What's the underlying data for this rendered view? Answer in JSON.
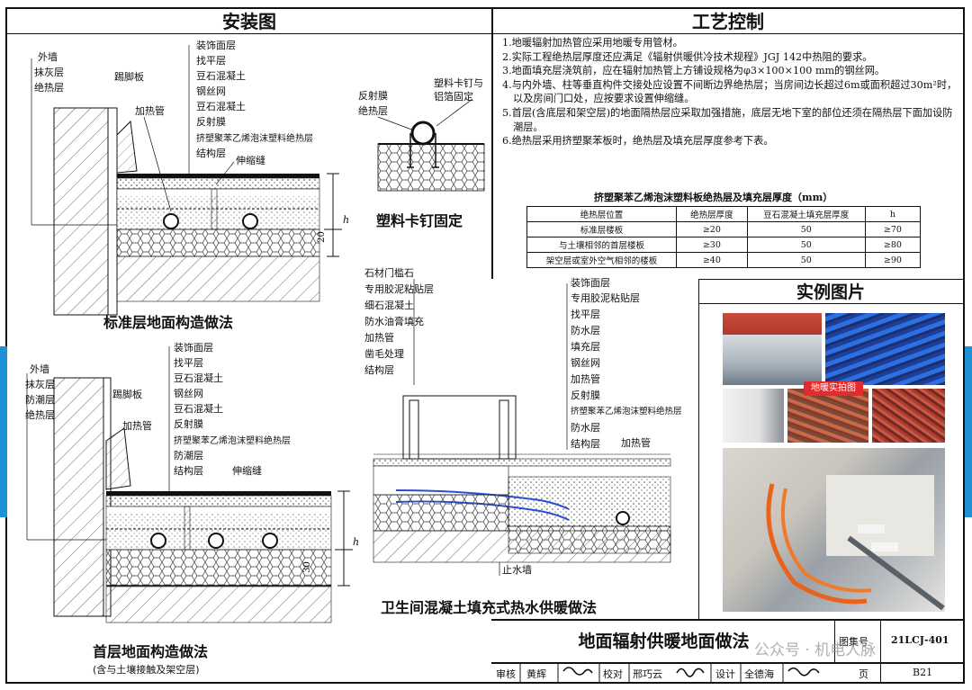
{
  "sections": {
    "install_title": "安装图",
    "process_title": "工艺控制",
    "photo_title": "实例图片"
  },
  "process_notes": [
    "1.地暖辐射加热管应采用地暖专用管材。",
    "2.实际工程绝热层厚度还应满足《辐射供暖供冷技术规程》JGJ 142中热阻的要求。",
    "3.地面填充层浇筑前，应在辐射加热管上方铺设规格为φ3×100×100 mm的钢丝网。",
    "4.与内外墙、柱等垂直构件交接处应设置不间断边界绝热层；当房间边长超过6m或面积超过30m²时，以及房间门口处，应按要求设置伸缩缝。",
    "5.首层(含底层和架空层)的地面隔热层应采取加强措施，底层无地下室的部位还须在隔热层下面加设防潮层。",
    "6.绝热层采用挤塑聚苯板时，绝热层及填充层厚度参考下表。"
  ],
  "table": {
    "title": "挤塑聚苯乙烯泡沫塑料板绝热层及填充层厚度（mm）",
    "headers": [
      "绝热层位置",
      "绝热层厚度",
      "豆石混凝土填充层厚度",
      "h"
    ],
    "rows": [
      [
        "标准层楼板",
        "≥20",
        "50",
        "≥70"
      ],
      [
        "与土壤相邻的首层楼板",
        "≥30",
        "50",
        "≥80"
      ],
      [
        "架空层或室外空气相邻的楼板",
        "≥40",
        "50",
        "≥90"
      ]
    ]
  },
  "drawings": {
    "standard": {
      "caption": "标准层地面构造做法",
      "left_labels": [
        "外墙",
        "抹灰层",
        "绝热层"
      ],
      "skirting": "踢脚板",
      "pipe": "加热管",
      "layers": [
        "装饰面层",
        "找平层",
        "豆石混凝土",
        "钢丝网",
        "豆石混凝土",
        "反射膜",
        "挤塑聚苯乙烯泡沫塑料绝热层",
        "结构层"
      ],
      "joint": "伸缩缝",
      "dim": "20",
      "h": "h"
    },
    "clip": {
      "caption": "塑料卡钉固定",
      "labels": [
        "反射膜",
        "绝热层"
      ],
      "clip_label": "塑料卡钉与铝箔固定"
    },
    "ground": {
      "caption": "首层地面构造做法",
      "sub": "(含与土壤接触及架空层)",
      "left_labels": [
        "外墙",
        "抹灰层",
        "防潮层",
        "绝热层"
      ],
      "skirting": "踢脚板",
      "pipe": "加热管",
      "layers": [
        "装饰面层",
        "找平层",
        "豆石混凝土",
        "钢丝网",
        "豆石混凝土",
        "反射膜",
        "挤塑聚苯乙烯泡沫塑料绝热层",
        "防潮层",
        "结构层"
      ],
      "joint": "伸缩缝",
      "dim": "30",
      "h": "h"
    },
    "bathroom": {
      "caption": "卫生间混凝土填充式热水供暖做法",
      "left_labels": [
        "石材门槛石",
        "专用胶泥粘贴层",
        "细石混凝土",
        "防水油膏填充",
        "加热管",
        "凿毛处理",
        "结构层"
      ],
      "right_labels": [
        "装饰面层",
        "专用胶泥粘贴层",
        "找平层",
        "防水层",
        "填充层",
        "钢丝网",
        "加热管",
        "反射膜",
        "挤塑聚苯乙烯泡沫塑料绝热层",
        "防水层",
        "结构层"
      ],
      "pipe": "加热管",
      "water_stop": "止水墙"
    }
  },
  "photos": {
    "badge": "地暖实拍图"
  },
  "title_block": {
    "drawing_title": "地面辐射供暖地面做法",
    "atlas_label": "图集号",
    "atlas_no": "21LCJ-401",
    "review_label": "审核",
    "reviewer": "黄辉",
    "check_label": "校对",
    "checker": "邢巧云",
    "design_label": "设计",
    "designer": "全德海",
    "page_label": "页",
    "page": "B21"
  },
  "watermark": "公众号 · 机电人脉",
  "colors": {
    "blue_tab": "#1f8fd6",
    "badge_red": "#e32b2b",
    "pipe_blue": "#2a4fd0"
  }
}
